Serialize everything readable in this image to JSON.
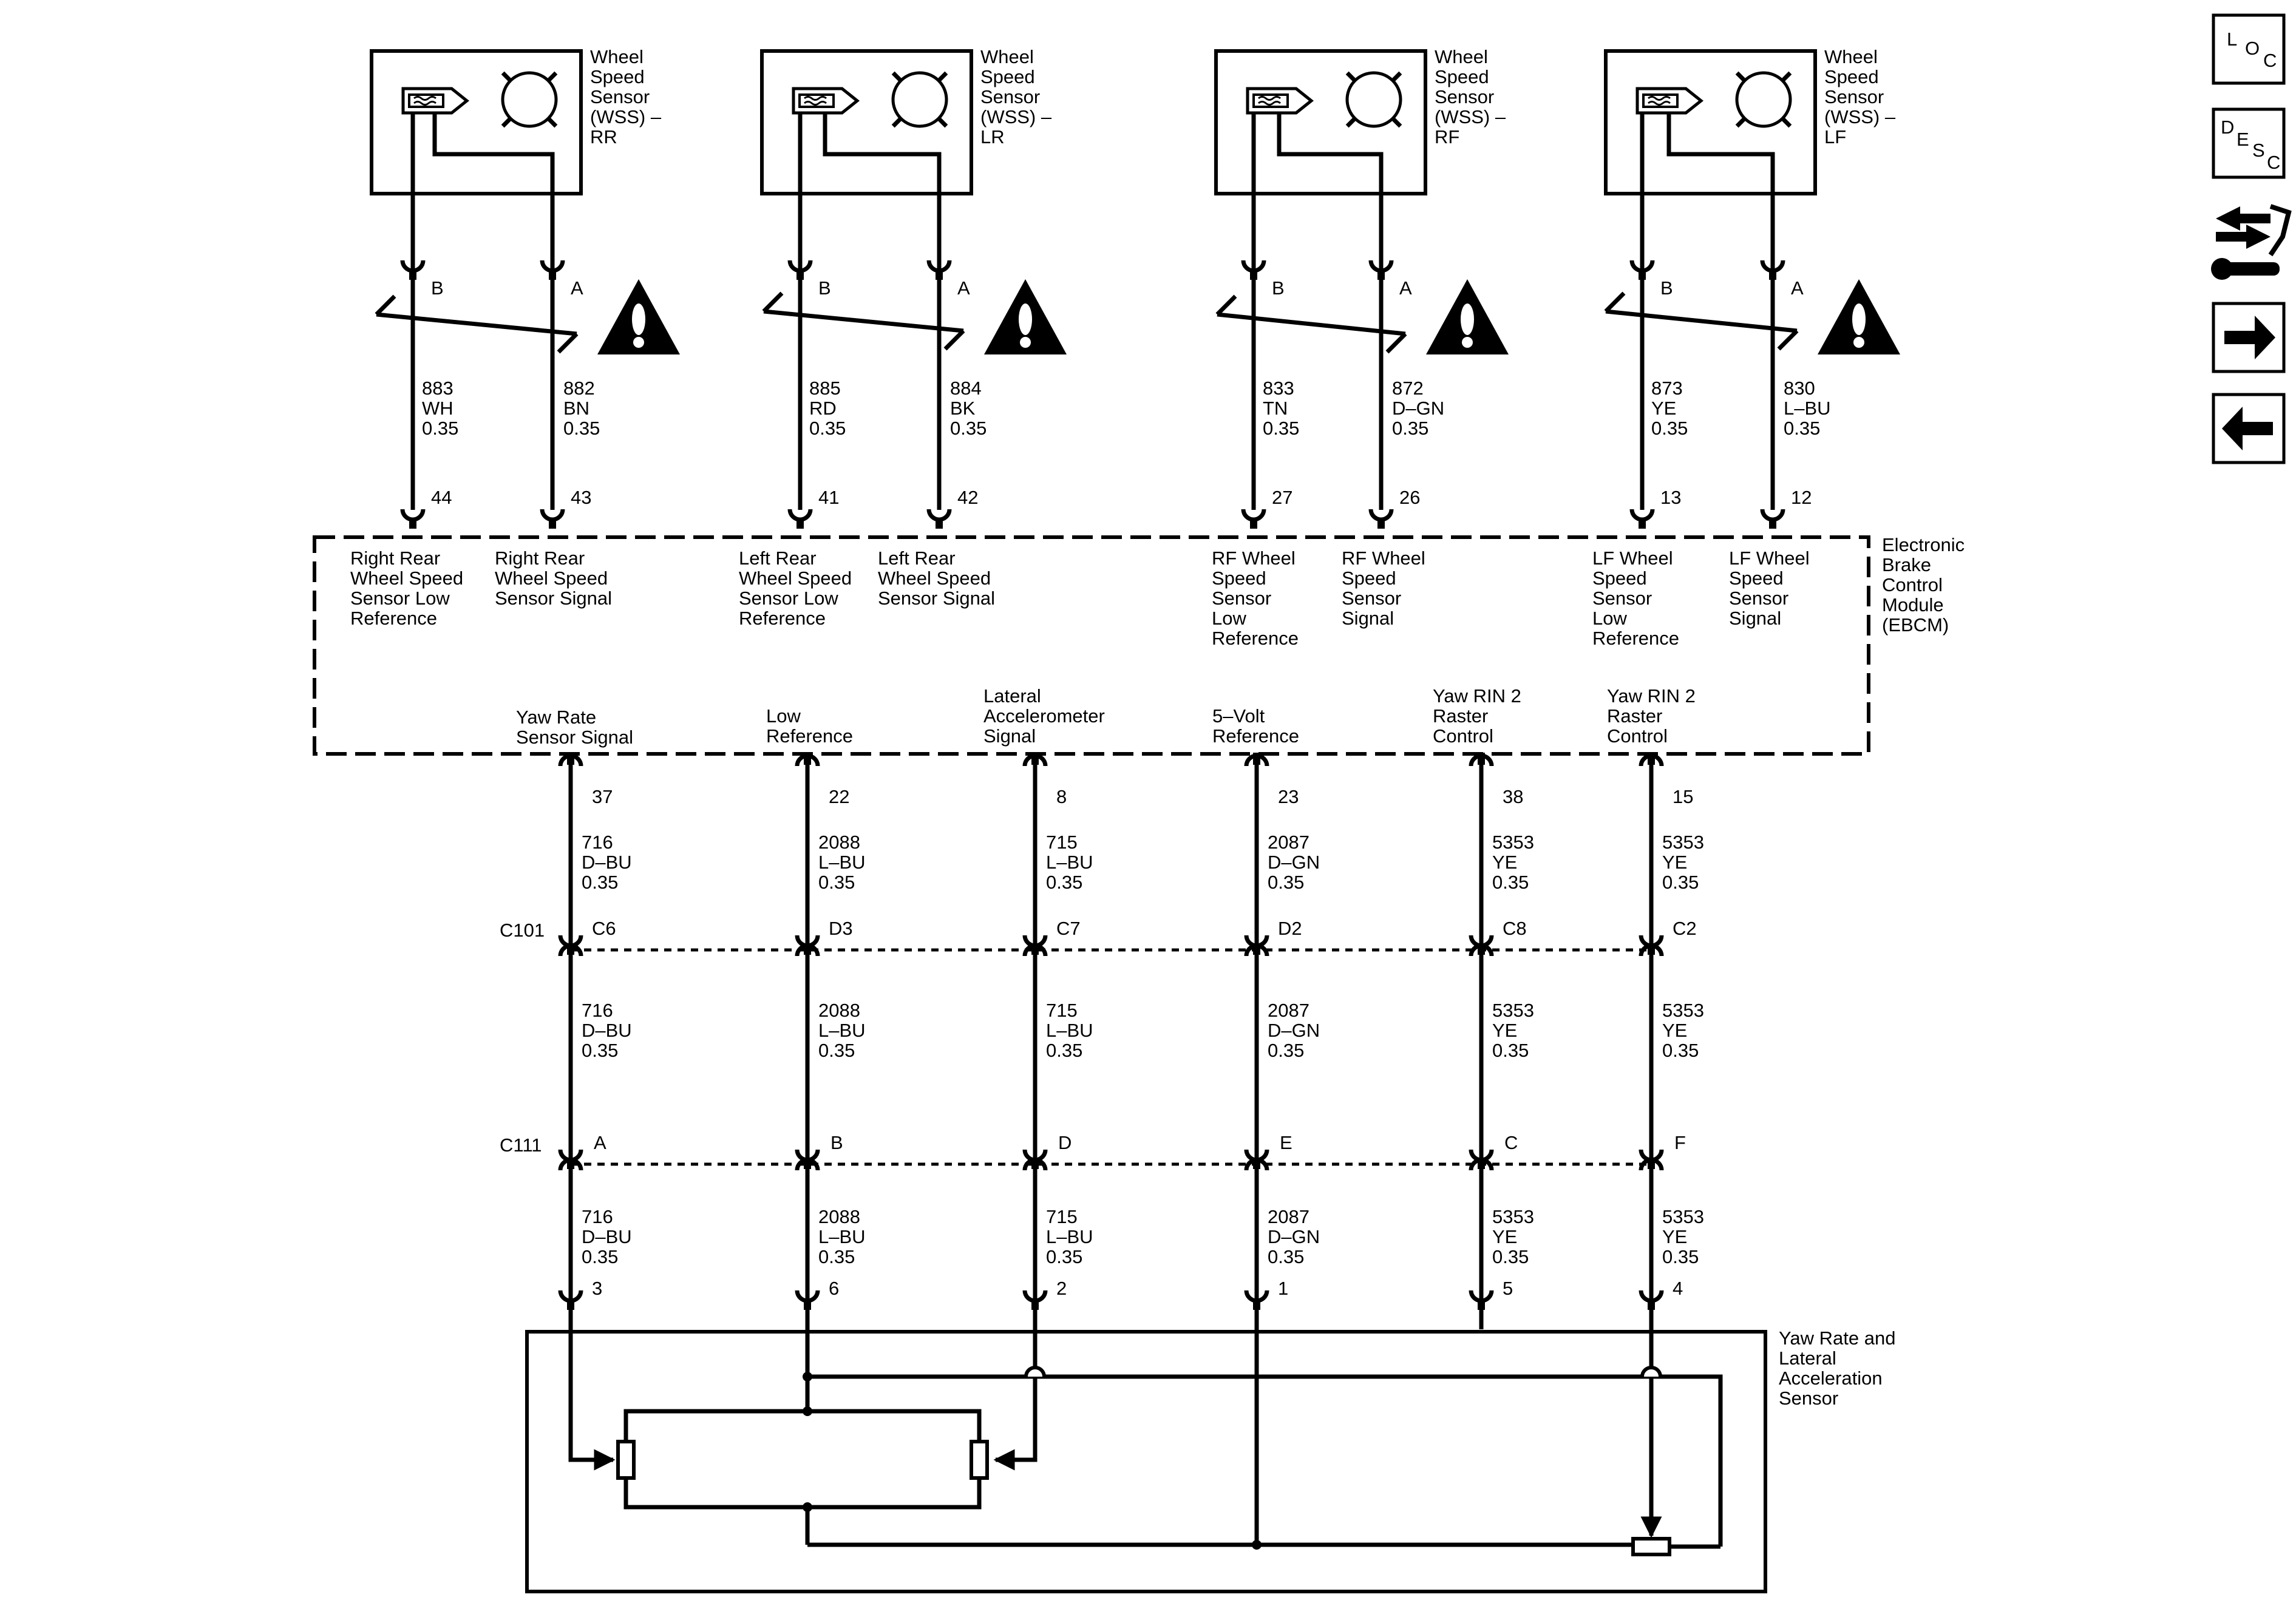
{
  "wheel_sensors": [
    {
      "id": "rr",
      "title_lines": [
        "Wheel",
        "Speed",
        "Sensor",
        "(WSS) –",
        "RR"
      ],
      "b_term": "B",
      "a_term": "A",
      "wire_b": [
        "883",
        "WH",
        "0.35"
      ],
      "wire_a": [
        "882",
        "BN",
        "0.35"
      ],
      "pin_b": "44",
      "pin_a": "43"
    },
    {
      "id": "lr",
      "title_lines": [
        "Wheel",
        "Speed",
        "Sensor",
        "(WSS) –",
        "LR"
      ],
      "b_term": "B",
      "a_term": "A",
      "wire_b": [
        "885",
        "RD",
        "0.35"
      ],
      "wire_a": [
        "884",
        "BK",
        "0.35"
      ],
      "pin_b": "41",
      "pin_a": "42"
    },
    {
      "id": "rf",
      "title_lines": [
        "Wheel",
        "Speed",
        "Sensor",
        "(WSS) –",
        "RF"
      ],
      "b_term": "B",
      "a_term": "A",
      "wire_b": [
        "833",
        "TN",
        "0.35"
      ],
      "wire_a": [
        "872",
        "D–GN",
        "0.35"
      ],
      "pin_b": "27",
      "pin_a": "26"
    },
    {
      "id": "lf",
      "title_lines": [
        "Wheel",
        "Speed",
        "Sensor",
        "(WSS) –",
        "LF"
      ],
      "b_term": "B",
      "a_term": "A",
      "wire_b": [
        "873",
        "YE",
        "0.35"
      ],
      "wire_a": [
        "830",
        "L–BU",
        "0.35"
      ],
      "pin_b": "13",
      "pin_a": "12"
    }
  ],
  "ebcm": {
    "title_lines": [
      "Electronic",
      "Brake",
      "Control",
      "Module",
      "(EBCM)"
    ],
    "top_pin_labels": [
      [
        "Right Rear",
        "Wheel Speed",
        "Sensor Low",
        "Reference"
      ],
      [
        "Right Rear",
        "Wheel Speed",
        "Sensor Signal"
      ],
      [
        "Left Rear",
        "Wheel Speed",
        "Sensor Low",
        "Reference"
      ],
      [
        "Left Rear",
        "Wheel Speed",
        "Sensor Signal"
      ],
      [
        "RF Wheel",
        "Speed",
        "Sensor",
        "Low",
        "Reference"
      ],
      [
        "RF Wheel",
        "Speed",
        "Sensor",
        "Signal"
      ],
      [
        "LF Wheel",
        "Speed",
        "Sensor",
        "Low",
        "Reference"
      ],
      [
        "LF Wheel",
        "Speed",
        "Sensor",
        "Signal"
      ]
    ],
    "bottom_pin_labels": [
      [
        "Yaw Rate",
        "Sensor Signal"
      ],
      [
        "Low",
        "Reference"
      ],
      [
        "Lateral",
        "Accelerometer",
        "Signal"
      ],
      [
        "5–Volt",
        "Reference"
      ],
      [
        "Yaw RIN 2",
        "Raster",
        "Control"
      ],
      [
        "Yaw RIN 2",
        "Raster",
        "Control"
      ]
    ]
  },
  "lower_circuits": [
    {
      "ebcm_pin": "37",
      "wire": [
        "716",
        "D–BU",
        "0.35"
      ],
      "c101_cavity": "C6",
      "c111_cavity": "A",
      "sensor_pin": "3"
    },
    {
      "ebcm_pin": "22",
      "wire": [
        "2088",
        "L–BU",
        "0.35"
      ],
      "c101_cavity": "D3",
      "c111_cavity": "B",
      "sensor_pin": "6"
    },
    {
      "ebcm_pin": "8",
      "wire": [
        "715",
        "L–BU",
        "0.35"
      ],
      "c101_cavity": "C7",
      "c111_cavity": "D",
      "sensor_pin": "2"
    },
    {
      "ebcm_pin": "23",
      "wire": [
        "2087",
        "D–GN",
        "0.35"
      ],
      "c101_cavity": "D2",
      "c111_cavity": "E",
      "sensor_pin": "1"
    },
    {
      "ebcm_pin": "38",
      "wire": [
        "5353",
        "YE",
        "0.35"
      ],
      "c101_cavity": "C8",
      "c111_cavity": "C",
      "sensor_pin": "5"
    },
    {
      "ebcm_pin": "15",
      "wire": [
        "5353",
        "YE",
        "0.35"
      ],
      "c101_cavity": "C2",
      "c111_cavity": "F",
      "sensor_pin": "4"
    }
  ],
  "connectors": {
    "c101": "C101",
    "c111": "C111"
  },
  "yaw_sensor": {
    "title_lines": [
      "Yaw Rate and",
      "Lateral",
      "Acceleration",
      "Sensor"
    ]
  },
  "nav": {
    "loc": [
      "L",
      "O",
      "C"
    ],
    "desc": [
      "D",
      "E",
      "S",
      "C"
    ],
    "tools_icon": "connector-tool-icon",
    "next_icon": "arrow-right-icon",
    "prev_icon": "arrow-left-icon"
  }
}
